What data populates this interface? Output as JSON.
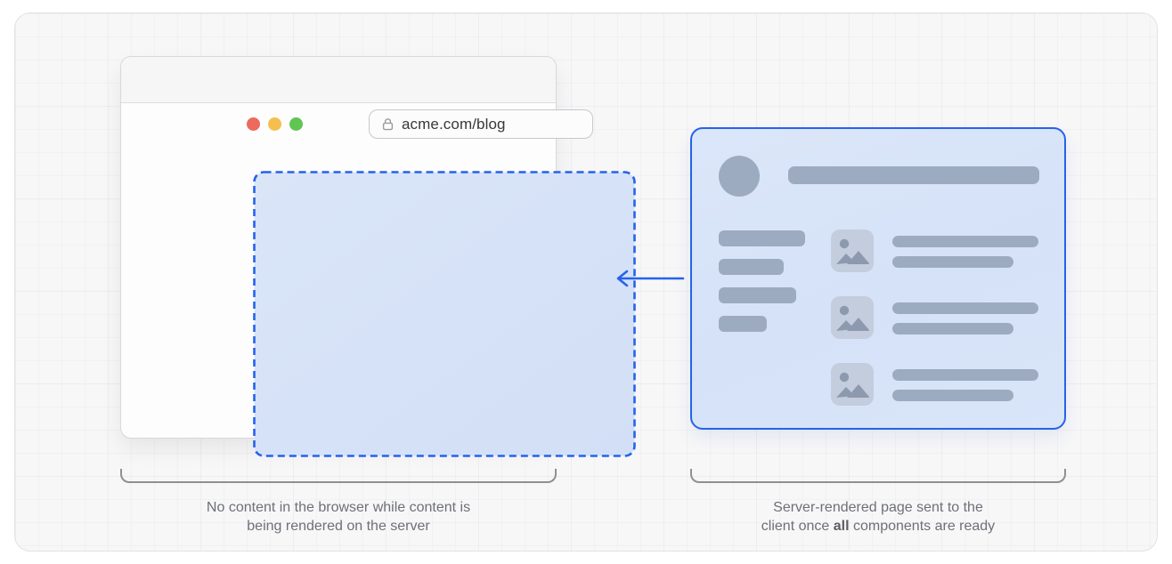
{
  "browser": {
    "url": "acme.com/blog"
  },
  "captions": {
    "left": {
      "line1": "No content in the browser while content is",
      "line2": "being rendered on the server"
    },
    "right": {
      "line1": "Server-rendered page sent to the",
      "line2_prefix": "client once ",
      "line2_bold": "all",
      "line2_suffix": " components are ready"
    }
  },
  "server_panel": {
    "nav_bar_widths": [
      97,
      73,
      87,
      54
    ],
    "article_rows": 3,
    "row_bar_widths": [
      164,
      136
    ]
  },
  "colors": {
    "accent_blue": "#2563eb",
    "panel_fill_light_blue": "#d7e3f8",
    "placeholder_grey": "#9dabc0",
    "image_tile_grey": "#c3cddd",
    "image_glyph_grey": "#8d99ae",
    "traffic_light_red": "#ec6a5e",
    "traffic_light_yellow": "#f4bf4f",
    "traffic_light_green": "#61c554",
    "brace_grey": "#8f8f94",
    "caption_grey": "#6e7076",
    "url_text": "#38383a"
  }
}
